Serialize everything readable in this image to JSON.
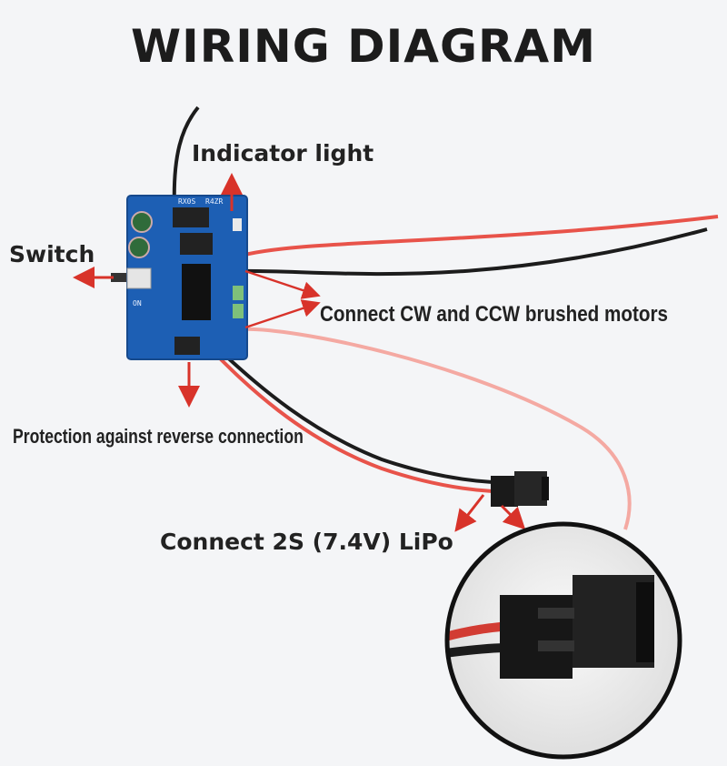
{
  "title": "WIRING DIAGRAM",
  "labels": {
    "indicator_light": "Indicator light",
    "switch": "Switch",
    "motors": "Connect CW and CCW brushed motors",
    "protection": "Protection against reverse connection",
    "lipo": "Connect 2S (7.4V) LiPo"
  },
  "board": {
    "silkscreen": [
      "RX0S",
      "R4ZR",
      "ON",
      "ON"
    ]
  },
  "colors": {
    "background": "#f4f5f7",
    "board": "#1d5fb4",
    "arrow": "#d8332a",
    "wire_red": "#e8534a",
    "wire_black": "#1c1c1c",
    "connector": "#1a1a1a"
  },
  "icons": [
    "arrow-up-icon",
    "arrow-left-icon",
    "arrow-down-icon",
    "arrow-right-icon"
  ]
}
